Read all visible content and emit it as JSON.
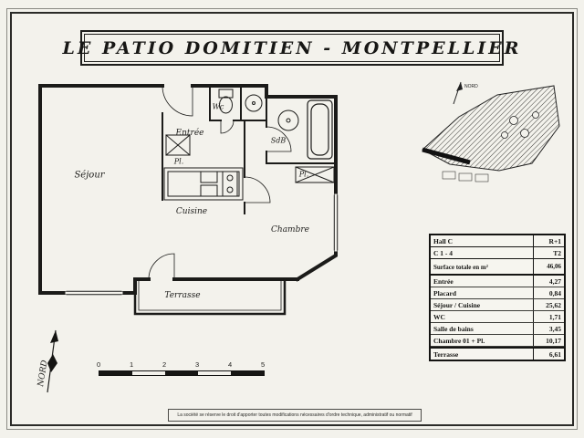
{
  "page": {
    "title": "LE PATIO DOMITIEN - MONTPELLIER",
    "disclaimer": "La société se réserve le droit d'apporter toutes modifications nécessaires d'ordre technique, administratif ou normatif"
  },
  "floorplan": {
    "rooms": {
      "sejour": "Séjour",
      "entree": "Entrée",
      "wc": "Wc",
      "sdb": "SdB",
      "cuisine": "Cuisine",
      "chambre": "Chambre",
      "terrasse": "Terrasse",
      "placard_entree": "Pl.",
      "placard_chambre": "Pl."
    }
  },
  "compass": {
    "label": "NORD"
  },
  "sitemap": {
    "north_label": "NORD"
  },
  "scalebar": {
    "ticks": [
      "0",
      "1",
      "2",
      "3",
      "4",
      "5"
    ]
  },
  "table": {
    "header": {
      "left": "Hall C",
      "right": "R+1"
    },
    "subheader": {
      "left": "C 1 - 4",
      "right": "T2"
    },
    "total": {
      "label": "Surface totale en m²",
      "value": "46,06"
    },
    "rows": [
      {
        "label": "Entrée",
        "value": "4,27"
      },
      {
        "label": "Placard",
        "value": "0,84"
      },
      {
        "label": "Séjour / Cuisine",
        "value": "25,62"
      },
      {
        "label": "WC",
        "value": "1,71"
      },
      {
        "label": "Salle de bains",
        "value": "3,45"
      },
      {
        "label": "Chambre 01 + Pl.",
        "value": "10,17"
      }
    ],
    "footer": {
      "label": "Terrasse",
      "value": "6,61"
    }
  }
}
